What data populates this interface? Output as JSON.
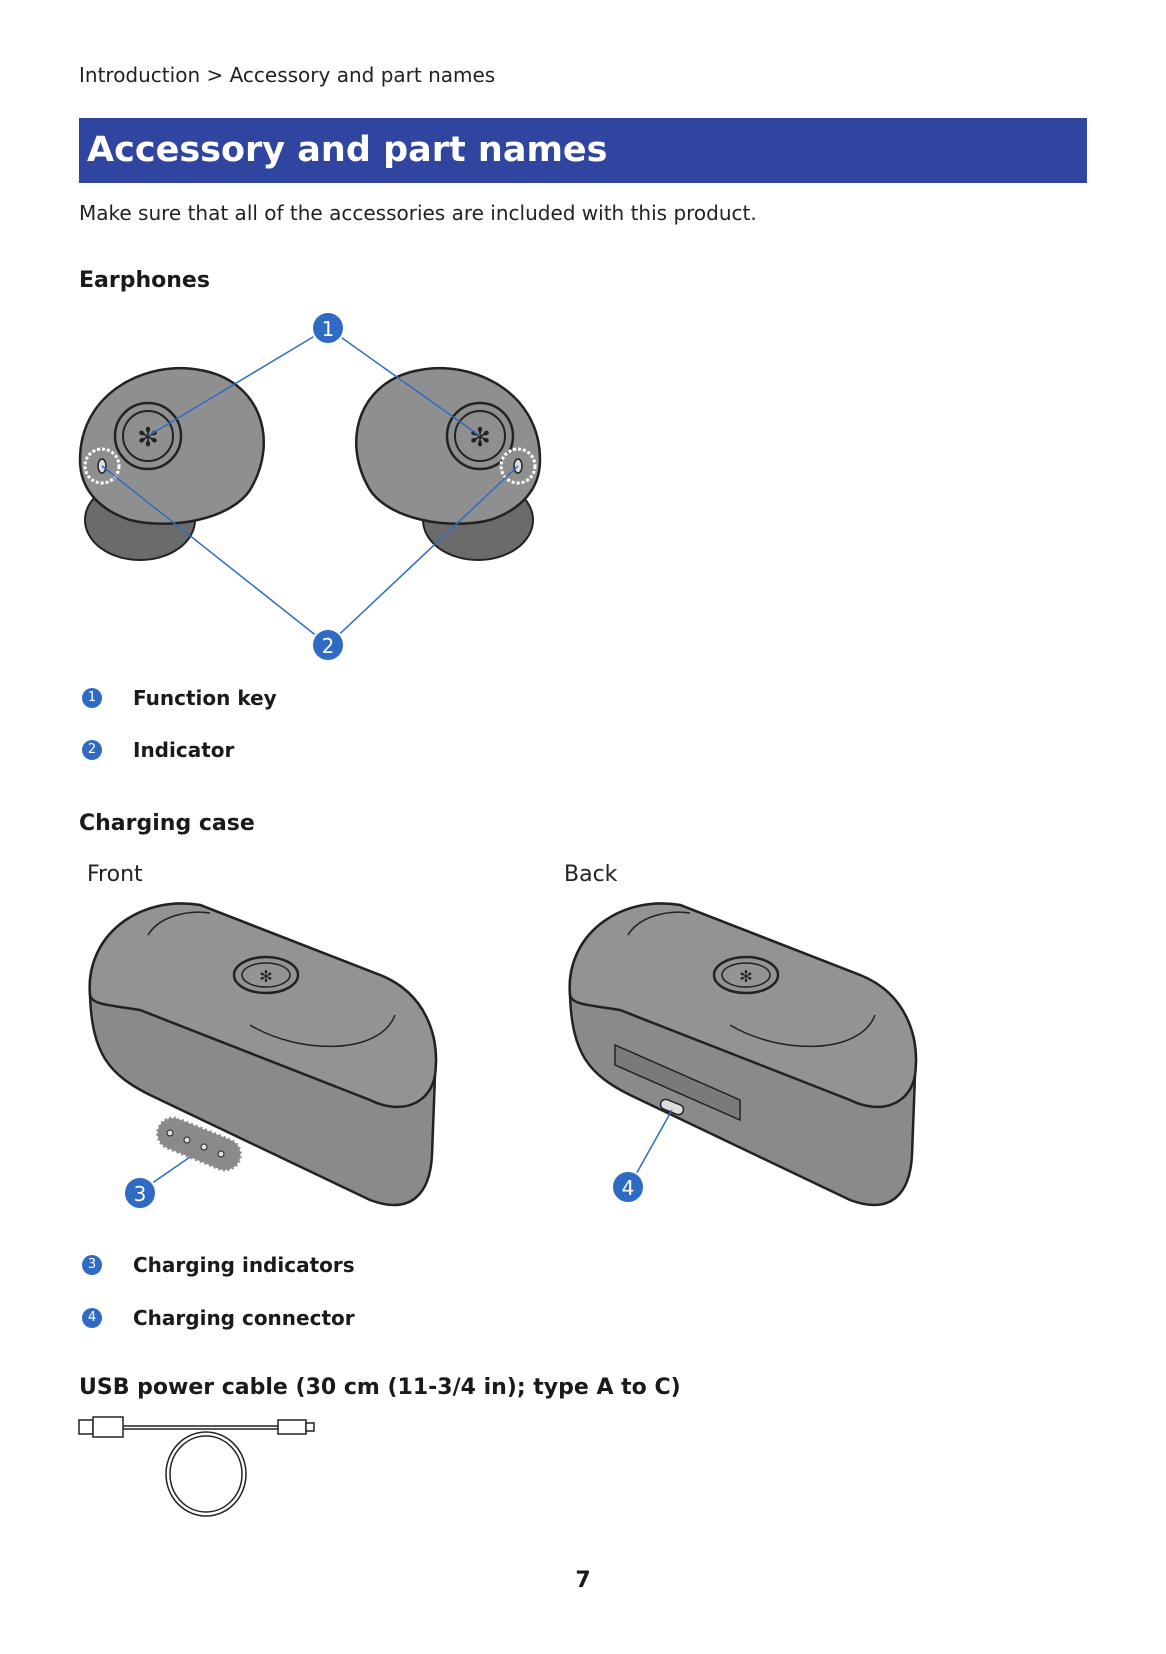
{
  "breadcrumb": "Introduction > Accessory and part names",
  "title": "Accessory and part names",
  "intro": "Make sure that all of the accessories are included with this product.",
  "sections": {
    "earphones": {
      "heading": "Earphones",
      "items": [
        {
          "num": "1",
          "label": "Function key"
        },
        {
          "num": "2",
          "label": "Indicator"
        }
      ]
    },
    "charging_case": {
      "heading": "Charging case",
      "front_label": "Front",
      "back_label": "Back",
      "items": [
        {
          "num": "3",
          "label": "Charging indicators"
        },
        {
          "num": "4",
          "label": "Charging connector"
        }
      ]
    },
    "usb_cable": {
      "heading": "USB power cable (30 cm (11-3/4 in); type A to C)"
    }
  },
  "page_number": "7",
  "colors": {
    "title_bar": "#2f45a0",
    "callout": "#2f6bc4",
    "device": "#8f8f8f"
  }
}
